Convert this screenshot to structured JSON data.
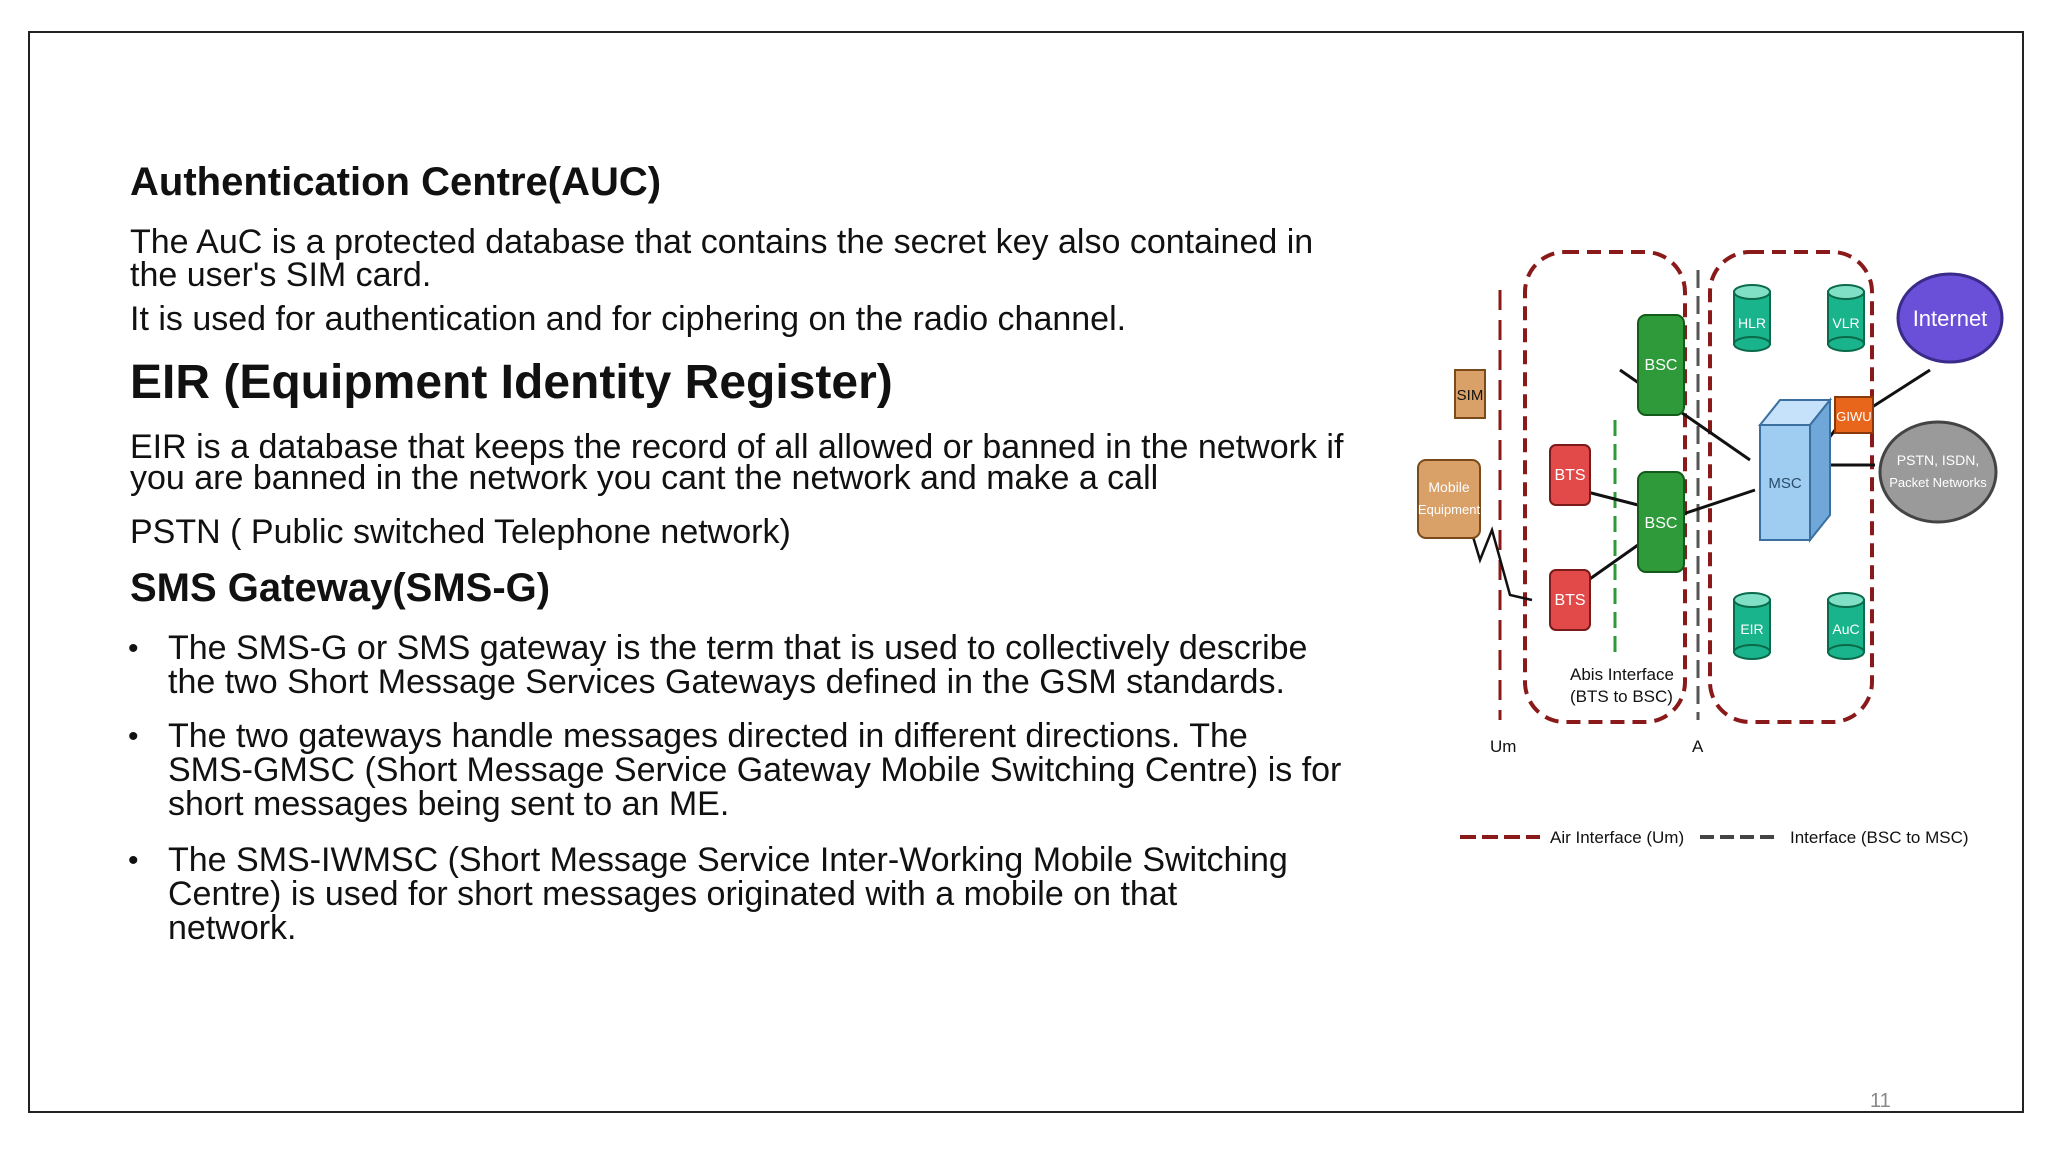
{
  "auc": {
    "heading": "Authentication Centre(AUC)",
    "line1": "The AuC is a protected database that contains the secret key also contained in",
    "line2": "the user's SIM card.",
    "line3": "It is used for authentication and for ciphering on the radio channel."
  },
  "eir": {
    "heading": "EIR (Equipment Identity Register)",
    "line1": "EIR is a database that keeps the record of all allowed or banned in  the network if",
    "line2": "you are banned in the network you cant the network and make a call"
  },
  "pstn": {
    "line": "PSTN ( Public switched Telephone network)"
  },
  "smsg": {
    "heading": "SMS Gateway(SMS-G)",
    "bullets": [
      [
        "The SMS-G or SMS gateway is the term that is used to collectively describe",
        "the two Short Message Services Gateways defined in the GSM standards."
      ],
      [
        "The two gateways handle messages directed in different directions. The",
        "SMS-GMSC (Short Message Service Gateway Mobile Switching Centre) is for",
        "short messages being sent to an ME."
      ],
      [
        " The SMS-IWMSC (Short Message Service Inter-Working Mobile Switching",
        "Centre) is used for short messages originated with a mobile on that",
        "network."
      ]
    ]
  },
  "diagram": {
    "sim": "SIM",
    "mobile_equipment_1": "Mobile",
    "mobile_equipment_2": "Equipment",
    "bts": "BTS",
    "bsc": "BSC",
    "msc": "MSC",
    "hlr": "HLR",
    "vlr": "VLR",
    "eir": "EIR",
    "auc": "AuC",
    "giwu": "GIWU",
    "internet": "Internet",
    "pstn_1": "PSTN, ISDN,",
    "pstn_2": "Packet Networks",
    "abis_1": "Abis Interface",
    "abis_2": "(BTS to BSC)",
    "um": "Um",
    "a": "A",
    "legend_air": "Air Interface (Um)",
    "legend_bsc": "Interface (BSC to MSC)"
  },
  "page_number": "11",
  "colors": {
    "red_box": "#e24a4a",
    "green_box": "#2e9a3a",
    "teal_db": "#19b38c",
    "msc_blue": "#9fcdf2",
    "internet_purple": "#6a4fd8",
    "pstn_gray": "#9a9a9a",
    "giwu_orange": "#e8661c",
    "tan_box": "#d9a067",
    "dash_red": "#8a1a1a"
  }
}
